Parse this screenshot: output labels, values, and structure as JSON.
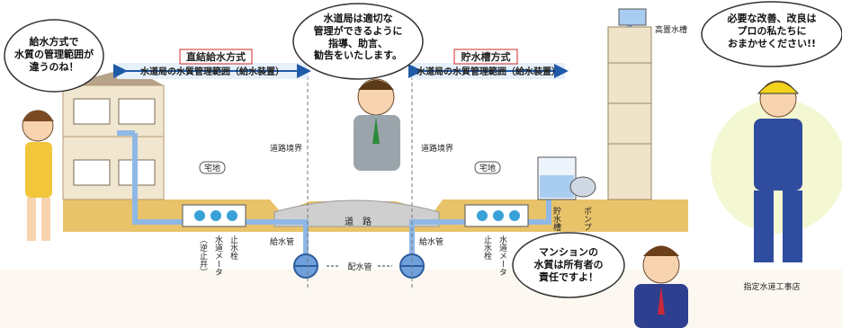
{
  "bubbles": {
    "woman": [
      "給水方式で",
      "水質の管理範囲が",
      "違うのね！"
    ],
    "official": [
      "水道局は適切な",
      "管理ができるように",
      "指導、助言、",
      "勧告をいたします。"
    ],
    "worker": [
      "必要な改善、改良は",
      "プロの私たちに",
      "おまかせください!!"
    ],
    "owner": [
      "マンションの",
      "水質は所有者の",
      "責任ですよ！"
    ]
  },
  "systems": {
    "direct": {
      "title": "直結給水方式",
      "range": "水道局の水質管理範囲（給水装置）"
    },
    "tank": {
      "title": "貯水槽方式",
      "range": "水道局の水質管理範囲（給水装置）"
    }
  },
  "labels": {
    "road_boundary_left": "道路境界",
    "road_boundary_right": "道路境界",
    "premises_left": "宅地",
    "premises_right": "宅地",
    "road": "道　路",
    "main_pipe": "配水管",
    "service_pipe_left": "給水管",
    "service_pipe_right": "給水管",
    "meter_left": "水道メータ",
    "stopcock_left": "止水栓",
    "check_valve": "（逆止弁）",
    "meter_right": "水道メータ",
    "stopcock_right": "止水栓",
    "storage_tank": "貯水槽",
    "pump": "ポンプ",
    "elevated_tank": "高置水槽",
    "contractor": "指定水道工事店"
  },
  "colors": {
    "title_red": "#d02a2a",
    "range_blue": "#1f5aa8",
    "ground": "#e8c36a",
    "pipe": "#8fb8e6",
    "road": "#cfcfcf"
  }
}
